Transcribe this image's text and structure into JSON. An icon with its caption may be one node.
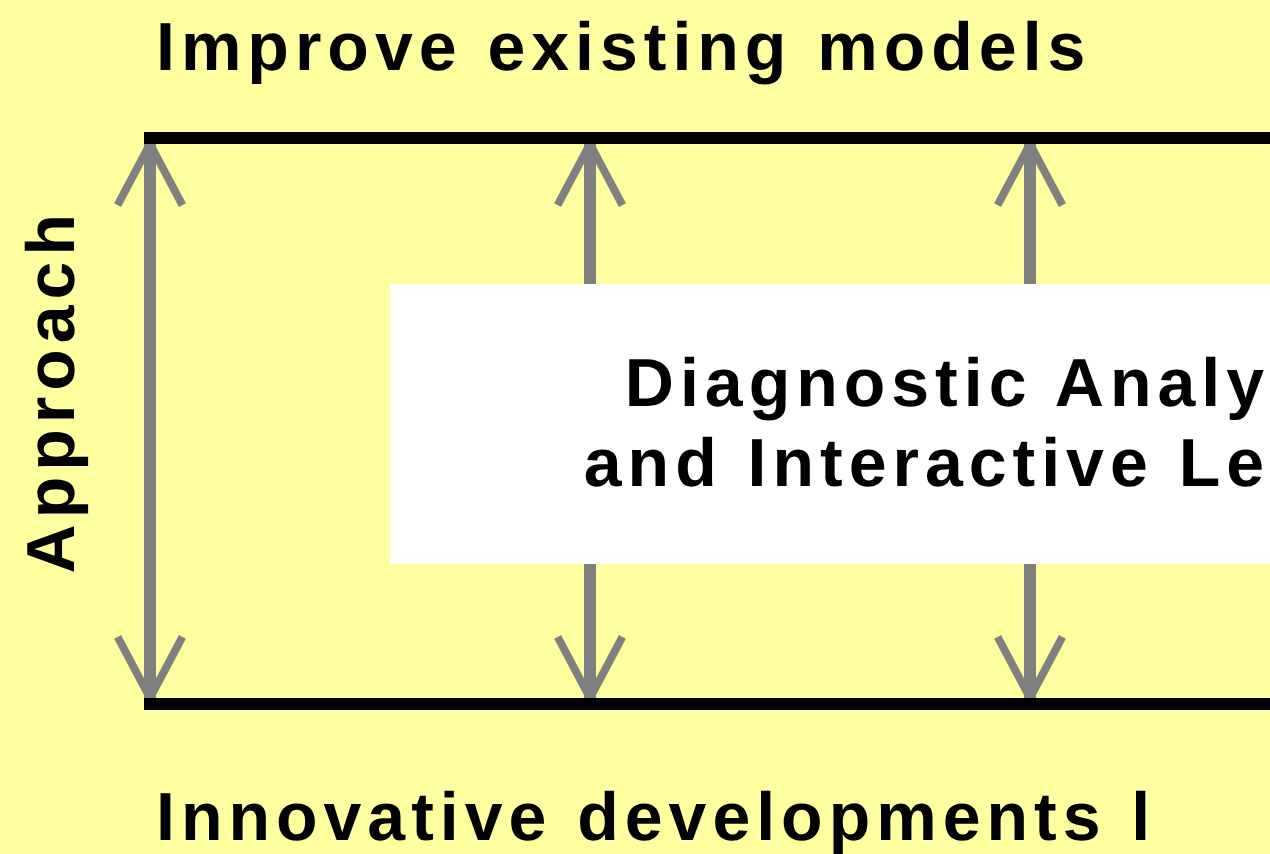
{
  "diagram": {
    "nodes": [
      {
        "text": [
          "Improve existing models"
        ]
      },
      {
        "text": [
          "Diagnostic Analy and Interactive Le"
        ]
      },
      {
        "text": [
          "Innovative developments l"
        ]
      }
    ],
    "edges": [
      {
        "from": 0,
        "to": 2,
        "arrow": "both",
        "color": "#808080"
      },
      {
        "from": 1,
        "to": 0,
        "arrow": "to",
        "color": "#808080"
      },
      {
        "from": 1,
        "to": 2,
        "arrow": "to",
        "color": "#808080"
      },
      {
        "from": 1,
        "to": 0,
        "arrow": "to",
        "color": "#808080"
      },
      {
        "from": 1,
        "to": 2,
        "arrow": "to",
        "color": "#808080"
      }
    ],
    "labels": [
      "Approach"
    ]
  }
}
